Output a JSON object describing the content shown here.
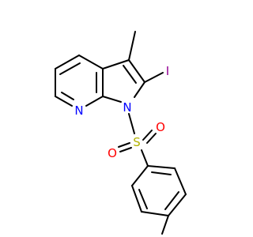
{
  "atoms": {
    "pyridine_n": {
      "label": "N",
      "color": "#0000ff"
    },
    "pyrrole_n": {
      "label": "N",
      "color": "#0000ff"
    },
    "iodine": {
      "label": "I",
      "color": "#940094"
    },
    "sulfur": {
      "label": "S",
      "color": "#b2b200"
    },
    "oxygen_left": {
      "label": "O",
      "color": "#ff0000"
    },
    "oxygen_right": {
      "label": "O",
      "color": "#ff0000"
    }
  },
  "colors": {
    "bond": "#000000",
    "background": "#ffffff"
  }
}
